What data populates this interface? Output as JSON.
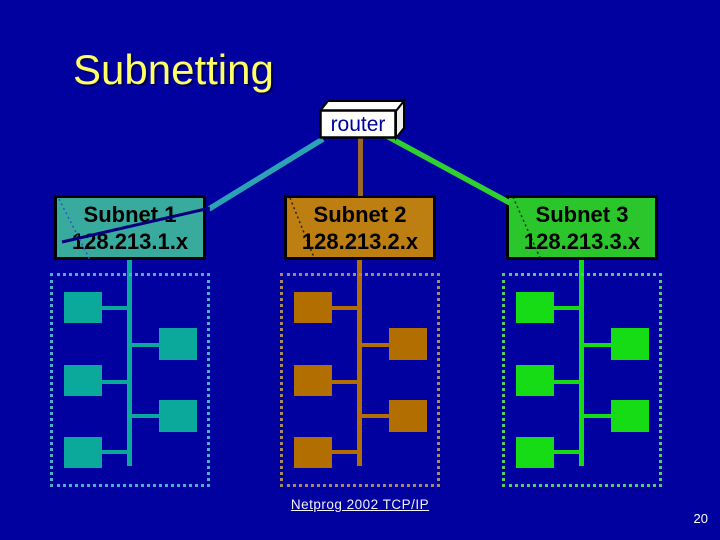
{
  "slide": {
    "title": "Subnetting",
    "footer": "Netprog 2002  TCP/IP",
    "page_number": "20",
    "background_color": "#0101A0",
    "title_color": "#FFFF66"
  },
  "router": {
    "label": "router",
    "box_color": "#FFFFFF",
    "label_color": "#000099"
  },
  "links": [
    {
      "name": "router-to-subnet-1",
      "color": "#2BA3B5"
    },
    {
      "name": "router-to-subnet-2",
      "color": "#9C672B"
    },
    {
      "name": "router-to-subnet-3",
      "color": "#2FD02F"
    }
  ],
  "subnets": [
    {
      "name": "Subnet 1",
      "address": "128.213.1.x",
      "color": "#0AA99C",
      "label_color": "#39AB9E",
      "border_dot_color": "#4FAECB",
      "host_count": 5
    },
    {
      "name": "Subnet 2",
      "address": "128.213.2.x",
      "color": "#B26F00",
      "label_color": "#BD7E12",
      "border_dot_color": "#A68A66",
      "host_count": 5
    },
    {
      "name": "Subnet 3",
      "address": "128.213.3.x",
      "color": "#16DC16",
      "label_color": "#2BC62B",
      "border_dot_color": "#57CD68",
      "host_count": 5
    }
  ]
}
